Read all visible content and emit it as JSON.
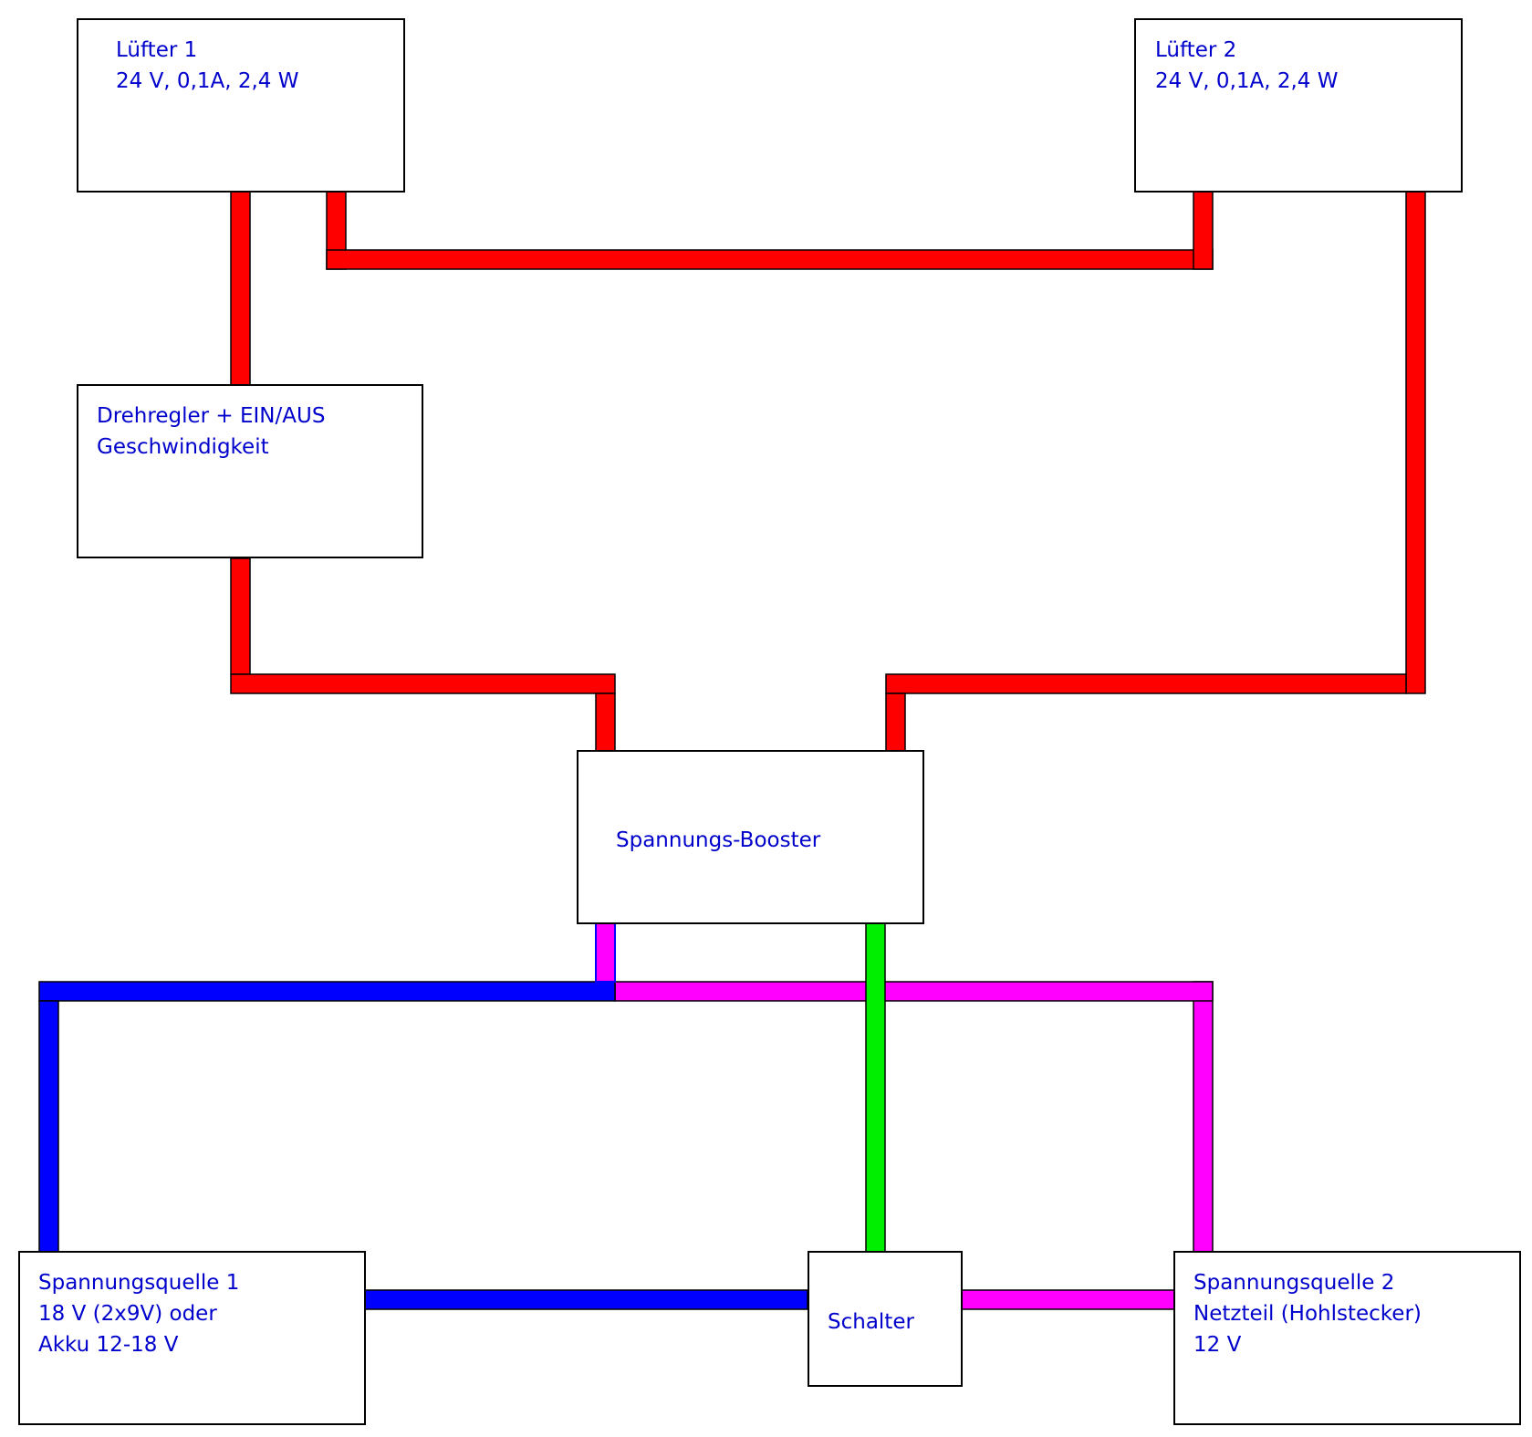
{
  "colors": {
    "text": "#0000cc",
    "wire_red": "#ff0000",
    "wire_blue": "#0000ff",
    "wire_magenta": "#ff00ff",
    "wire_green": "#00ee00",
    "outline": "#000000"
  },
  "nodes": {
    "fan1": {
      "lines": [
        "Lüfter 1",
        "24 V, 0,1A, 2,4 W"
      ]
    },
    "fan2": {
      "lines": [
        "Lüfter 2",
        "24 V, 0,1A, 2,4 W"
      ]
    },
    "regulator": {
      "lines": [
        "Drehregler + EIN/AUS",
        "Geschwindigkeit"
      ]
    },
    "booster": {
      "lines": [
        "Spannungs-Booster"
      ]
    },
    "source1": {
      "lines": [
        "Spannungsquelle 1",
        "18 V (2x9V) oder",
        "Akku 12-18 V"
      ]
    },
    "switch": {
      "lines": [
        "Schalter"
      ]
    },
    "source2": {
      "lines": [
        "Spannungsquelle 2",
        "Netzteil (Hohlstecker)",
        "12 V"
      ]
    }
  },
  "connections": [
    {
      "from": "fan1",
      "to": "regulator",
      "color": "wire_red"
    },
    {
      "from": "fan1",
      "to": "fan2",
      "color": "wire_red"
    },
    {
      "from": "regulator",
      "to": "booster",
      "color": "wire_red"
    },
    {
      "from": "fan2",
      "to": "booster",
      "color": "wire_red"
    },
    {
      "from": "booster",
      "to": "source1",
      "color": "wire_blue"
    },
    {
      "from": "booster",
      "to": "source2",
      "color": "wire_magenta"
    },
    {
      "from": "booster",
      "to": "switch",
      "color": "wire_green"
    },
    {
      "from": "source1",
      "to": "switch",
      "color": "wire_blue"
    },
    {
      "from": "switch",
      "to": "source2",
      "color": "wire_magenta"
    }
  ]
}
